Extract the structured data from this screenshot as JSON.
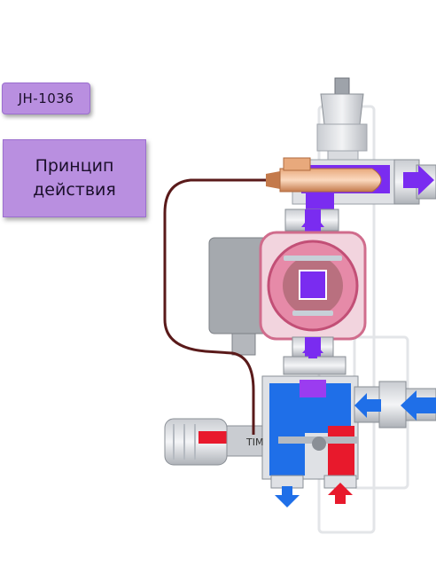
{
  "labels": {
    "model": "JH-1036",
    "title_line1": "Принцип",
    "title_line2": "действия",
    "valve_text": "TIM"
  },
  "colors": {
    "label_bg": "#b98fe0",
    "hot_flow": "#7a2cf0",
    "cold_flow": "#1f6fe8",
    "supply_red": "#e8192c",
    "pump_pink": "#e68aa8",
    "capillary": "#5a1a1a"
  },
  "icons": [
    "arrow-right-icon",
    "arrow-up-icon",
    "arrow-down-icon",
    "arrow-left-icon",
    "thermostat-head-icon",
    "pump-icon"
  ]
}
